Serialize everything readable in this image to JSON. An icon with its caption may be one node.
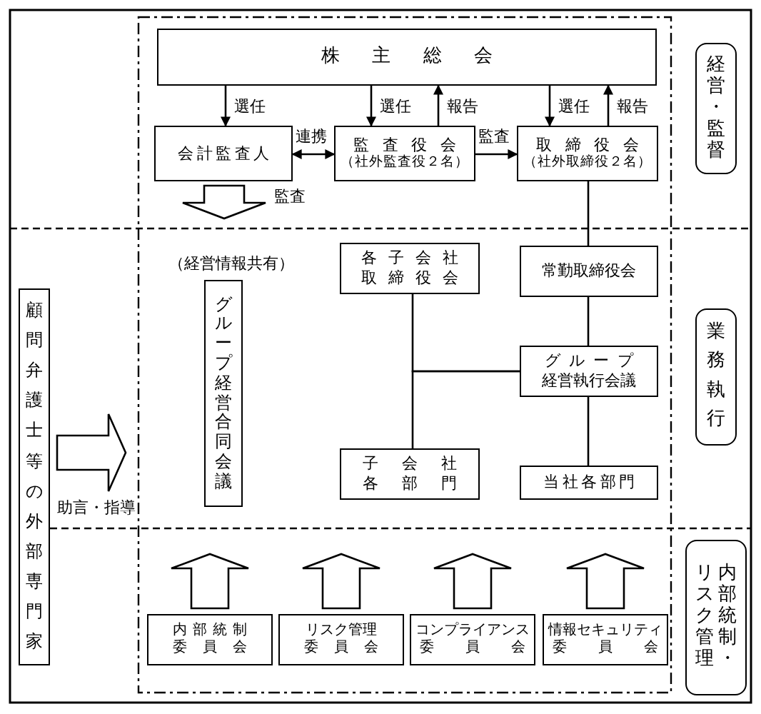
{
  "diagram": {
    "nodes": [
      {
        "text": [
          "株主総会"
        ]
      },
      {
        "text": [
          "会計監査人"
        ]
      },
      {
        "text": [
          "監査役会",
          "（社外監査役２名）"
        ]
      },
      {
        "text": [
          "取締役会",
          "（社外取締役２名）"
        ]
      },
      {
        "text": [
          "経営・監督"
        ]
      },
      {
        "text": [
          "顧問弁護士等の外部専門家"
        ]
      },
      {
        "text": [
          "グループ経営合同会議"
        ],
        "beside": [
          "（経営情報共有）"
        ]
      },
      {
        "text": [
          "各子会社取締役会"
        ]
      },
      {
        "text": [
          "常勤取締役会"
        ]
      },
      {
        "text": [
          "グループ経営執行会議"
        ]
      },
      {
        "text": [
          "子会社各部門"
        ]
      },
      {
        "text": [
          "当社各部門"
        ]
      },
      {
        "text": [
          "業務執行"
        ]
      },
      {
        "text": [
          "内部統制委員会"
        ]
      },
      {
        "text": [
          "リスク管理委員会"
        ]
      },
      {
        "text": [
          "コンプライアンス委員会"
        ]
      },
      {
        "text": [
          "情報セキュリティ委員会"
        ]
      },
      {
        "text": [
          "リスク管理",
          "内部統制・"
        ]
      }
    ],
    "edges": [
      {
        "from": 0,
        "to": 1,
        "arrow": "to",
        "label": "選任"
      },
      {
        "from": 0,
        "to": 2,
        "arrow": "to",
        "label": "選任"
      },
      {
        "from": 2,
        "to": 0,
        "arrow": "to",
        "label": "報告"
      },
      {
        "from": 0,
        "to": 3,
        "arrow": "to",
        "label": "選任"
      },
      {
        "from": 3,
        "to": 0,
        "arrow": "to",
        "label": "報告"
      },
      {
        "from": 1,
        "to": 2,
        "arrow": "both",
        "label": "連携"
      },
      {
        "from": 2,
        "to": 3,
        "arrow": "to",
        "label": "監査"
      },
      {
        "from": 1,
        "to": null,
        "arrow": "to",
        "label": "監査"
      },
      {
        "from": 5,
        "to": null,
        "arrow": "to",
        "label": "助言・指導"
      },
      {
        "from": 3,
        "to": 8,
        "arrow": "none"
      },
      {
        "from": 8,
        "to": 9,
        "arrow": "none"
      },
      {
        "from": 9,
        "to": 11,
        "arrow": "none"
      },
      {
        "from": 9,
        "to": 7,
        "arrow": "none"
      },
      {
        "from": 9,
        "to": 10,
        "arrow": "none"
      },
      {
        "from": 13,
        "to": null,
        "arrow": "to"
      },
      {
        "from": 14,
        "to": null,
        "arrow": "to"
      },
      {
        "from": 15,
        "to": null,
        "arrow": "to"
      },
      {
        "from": 16,
        "to": null,
        "arrow": "to"
      }
    ]
  }
}
